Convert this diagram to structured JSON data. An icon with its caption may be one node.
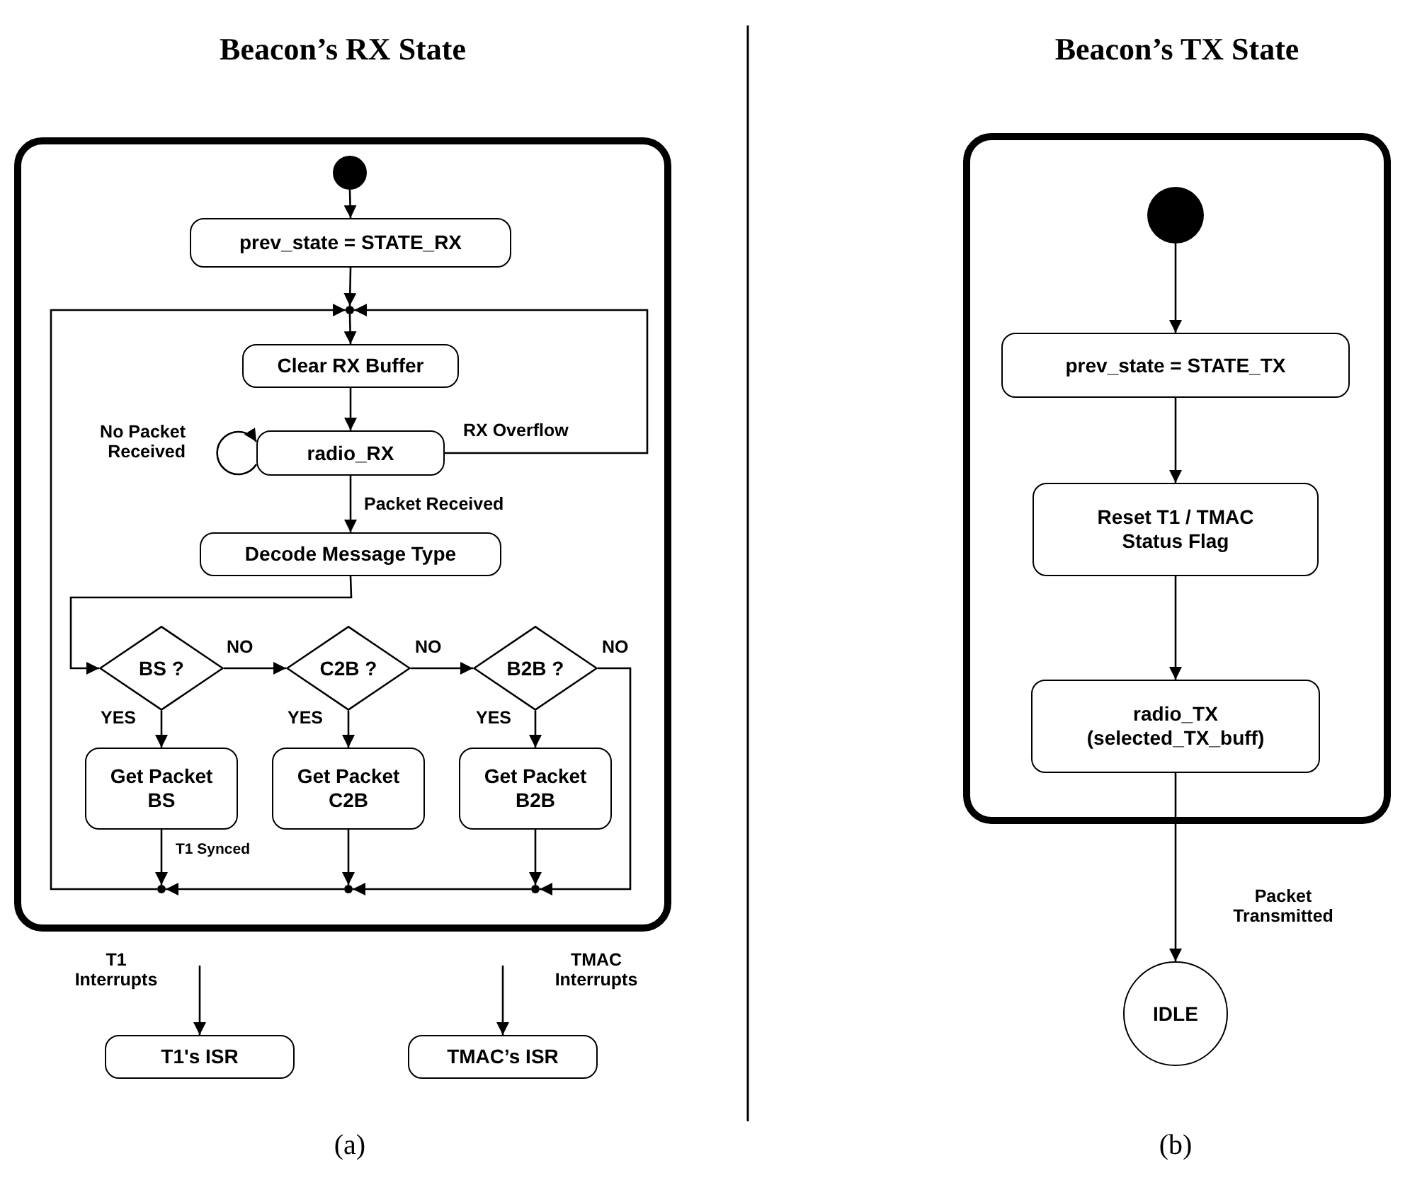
{
  "diagram": {
    "nodes": [
      {
        "text": [
          "Beacon’s RX State"
        ]
      },
      {
        "text": [],
        "shape": "circle",
        "in": 0
      },
      {
        "text": [
          "prev_state = STATE_RX"
        ],
        "in": 0
      },
      {
        "text": [],
        "shape": "circle",
        "in": 0
      },
      {
        "text": [
          "Clear RX Buffer"
        ],
        "in": 0
      },
      {
        "text": [
          "radio_RX"
        ],
        "in": 0
      },
      {
        "text": [
          "Decode Message Type"
        ],
        "in": 0
      },
      {
        "text": [
          "BS ?"
        ],
        "in": 0
      },
      {
        "text": [
          "C2B ?"
        ],
        "in": 0
      },
      {
        "text": [
          "B2B ?"
        ],
        "in": 0
      },
      {
        "text": [
          "Get Packet BS"
        ],
        "in": 0
      },
      {
        "text": [
          "Get Packet C2B"
        ],
        "in": 0
      },
      {
        "text": [
          "Get Packet B2B"
        ],
        "in": 0
      },
      {
        "text": [],
        "shape": "circle",
        "in": 0
      },
      {
        "text": [],
        "shape": "circle",
        "in": 0
      },
      {
        "text": [],
        "shape": "circle",
        "in": 0
      },
      {
        "text": [
          "T1's ISR"
        ]
      },
      {
        "text": [
          "TMAC’s ISR"
        ]
      },
      {
        "text": [
          "Beacon’s TX State"
        ]
      },
      {
        "text": [],
        "shape": "circle",
        "in": 18
      },
      {
        "text": [
          "prev_state = STATE_TX"
        ],
        "in": 18
      },
      {
        "text": [
          "Reset T1 / TMAC Status Flag"
        ],
        "in": 18
      },
      {
        "text": [
          "radio_TX (selected_TX_buff)"
        ],
        "in": 18
      },
      {
        "text": [
          "IDLE"
        ]
      }
    ],
    "edges": [
      {
        "from": 1,
        "to": 2,
        "arrow": "to"
      },
      {
        "from": 2,
        "to": 3,
        "arrow": "to"
      },
      {
        "from": 3,
        "to": 4,
        "arrow": "to"
      },
      {
        "from": 4,
        "to": 5,
        "arrow": "to"
      },
      {
        "from": 5,
        "to": 3,
        "label": "RX Overflow",
        "arrow": "to"
      },
      {
        "from": 5,
        "to": 5,
        "label": "No Packet Received",
        "arrow": "to"
      },
      {
        "from": 5,
        "to": 6,
        "label": "Packet Received",
        "arrow": "to"
      },
      {
        "from": 6,
        "to": 7,
        "arrow": "to"
      },
      {
        "from": 7,
        "to": 8,
        "label": "NO",
        "arrow": "to"
      },
      {
        "from": 8,
        "to": 9,
        "label": "NO",
        "arrow": "to"
      },
      {
        "from": 9,
        "to": 15,
        "label": "NO",
        "arrow": "to"
      },
      {
        "from": 7,
        "to": 10,
        "label": "YES",
        "arrow": "to"
      },
      {
        "from": 8,
        "to": 11,
        "label": "YES",
        "arrow": "to"
      },
      {
        "from": 9,
        "to": 12,
        "label": "YES",
        "arrow": "to"
      },
      {
        "from": 10,
        "to": 13,
        "label": "T1 Synced",
        "arrow": "to"
      },
      {
        "from": 11,
        "to": 14,
        "arrow": "to"
      },
      {
        "from": 12,
        "to": 15,
        "arrow": "to"
      },
      {
        "from": 15,
        "to": 14,
        "arrow": "to"
      },
      {
        "from": 14,
        "to": 13,
        "arrow": "to"
      },
      {
        "from": 13,
        "to": 3,
        "arrow": "to"
      },
      {
        "from": null,
        "to": 16,
        "label": "T1 Interrupts",
        "arrow": "to"
      },
      {
        "from": null,
        "to": 17,
        "label": "TMAC Interrupts",
        "arrow": "to"
      },
      {
        "from": 19,
        "to": 20,
        "arrow": "to"
      },
      {
        "from": 20,
        "to": 21,
        "arrow": "to"
      },
      {
        "from": 21,
        "to": 22,
        "arrow": "to"
      },
      {
        "from": 22,
        "to": 23,
        "label": "Packet Transmitted",
        "arrow": "to"
      }
    ],
    "labels": [
      "(a)",
      "(b)"
    ]
  }
}
